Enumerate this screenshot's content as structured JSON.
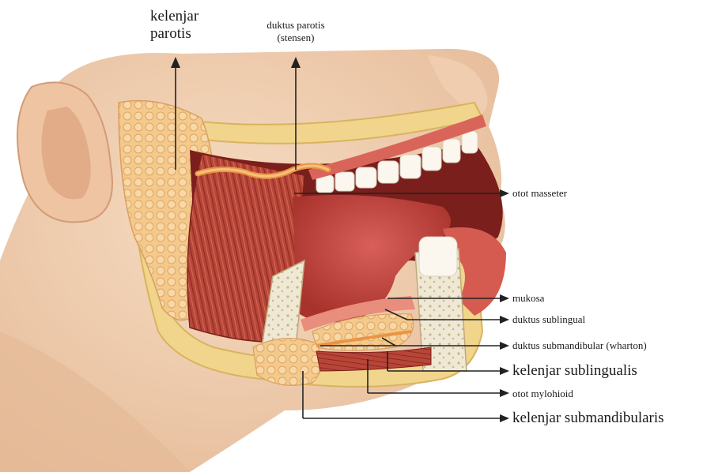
{
  "labels": {
    "kelenjar_parotis_line1": "kelenjar",
    "kelenjar_parotis_line2": "parotis",
    "duktus_parotis_line1": "duktus parotis",
    "duktus_parotis_line2": "(stensen)",
    "otot_masseter": "otot masseter",
    "mukosa": "mukosa",
    "duktus_sublingual": "duktus sublingual",
    "duktus_submandibular": "duktus submandibular (wharton)",
    "kelenjar_sublingualis": "kelenjar sublingualis",
    "otot_mylohioid": "otot mylohioid",
    "kelenjar_submandibularis": "kelenjar submandibularis"
  },
  "colors": {
    "skin": "#f2d3b6",
    "skin_shadow": "#e2b592",
    "muscle": "#b8463a",
    "muscle_dark": "#8e2a22",
    "gland": "#f4c98c",
    "tongue": "#c8473f",
    "teeth": "#fbf7ef",
    "mucosa": "#e27a6b",
    "bone": "#ece6d2"
  }
}
